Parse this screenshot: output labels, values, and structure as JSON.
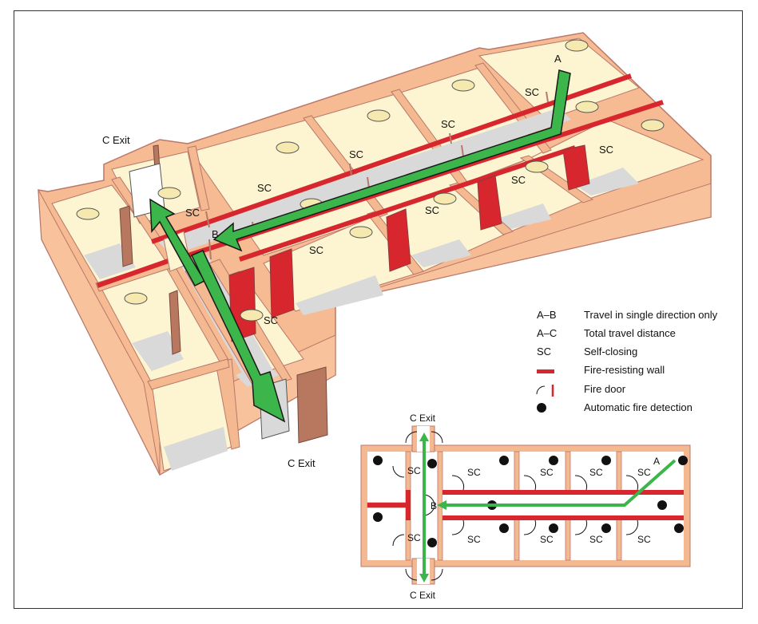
{
  "isometric": {
    "labels": {
      "a": "A",
      "b": "B",
      "exit_top": "C Exit",
      "exit_bottom": "C Exit",
      "sc": "SC"
    }
  },
  "legend": {
    "items": [
      {
        "key": "A–B",
        "text": "Travel in single direction only"
      },
      {
        "key": "A–C",
        "text": "Total travel distance"
      },
      {
        "key": "SC",
        "text": "Self-closing"
      },
      {
        "key": "",
        "text": "Fire-resisting wall"
      },
      {
        "key": "",
        "text": "Fire door"
      },
      {
        "key": "",
        "text": "Automatic fire detection"
      }
    ]
  },
  "plan": {
    "exit_top": "C Exit",
    "exit_bottom": "C Exit",
    "a": "A",
    "b": "B",
    "sc": "SC"
  },
  "colors": {
    "wall_outer": "#f4b991",
    "wall_edge": "#c8826a",
    "floor": "#d9d9d9",
    "room": "#fdf5d2",
    "fire_wall": "#d7262e",
    "arrow": "#3cb54a",
    "door_brown": "#b87860"
  }
}
